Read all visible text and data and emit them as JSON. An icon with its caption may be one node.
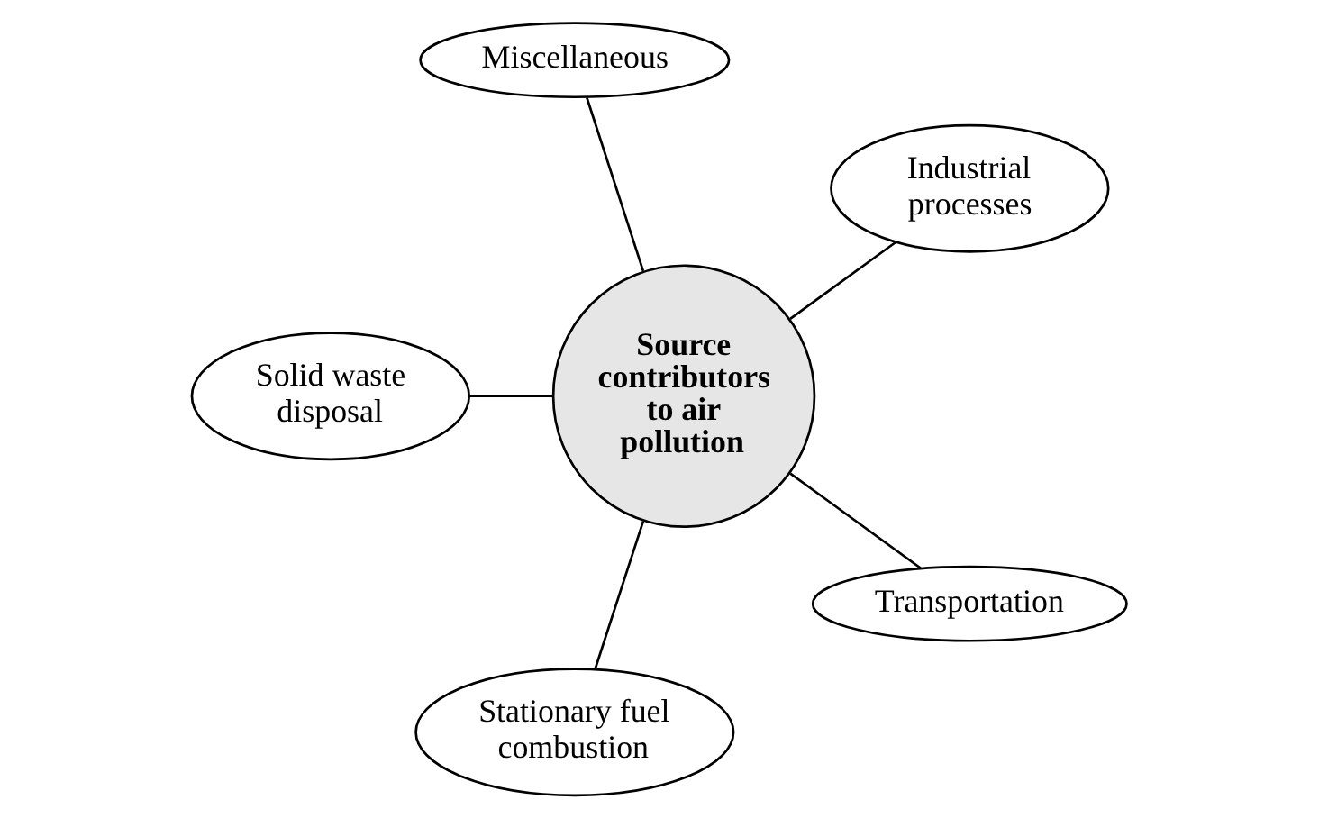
{
  "diagram": {
    "nodes": [
      {
        "text": [
          "Industrial processes"
        ]
      },
      {
        "text": [
          "Miscellaneous"
        ]
      },
      {
        "text": [
          "Solid waste disposal"
        ]
      },
      {
        "text": [
          "Source contributors to air pollution"
        ]
      },
      {
        "text": [
          "Stationary fuel combustion"
        ]
      },
      {
        "text": [
          "Transportation"
        ]
      }
    ],
    "edges": [
      {
        "from": 3,
        "to": 0,
        "arrow": "none"
      },
      {
        "from": 3,
        "to": 2,
        "arrow": "none"
      },
      {
        "from": 3,
        "to": 5,
        "arrow": "none"
      },
      {
        "from": 3,
        "to": 4,
        "arrow": "none"
      },
      {
        "from": 3,
        "to": 1,
        "arrow": "none"
      }
    ]
  }
}
